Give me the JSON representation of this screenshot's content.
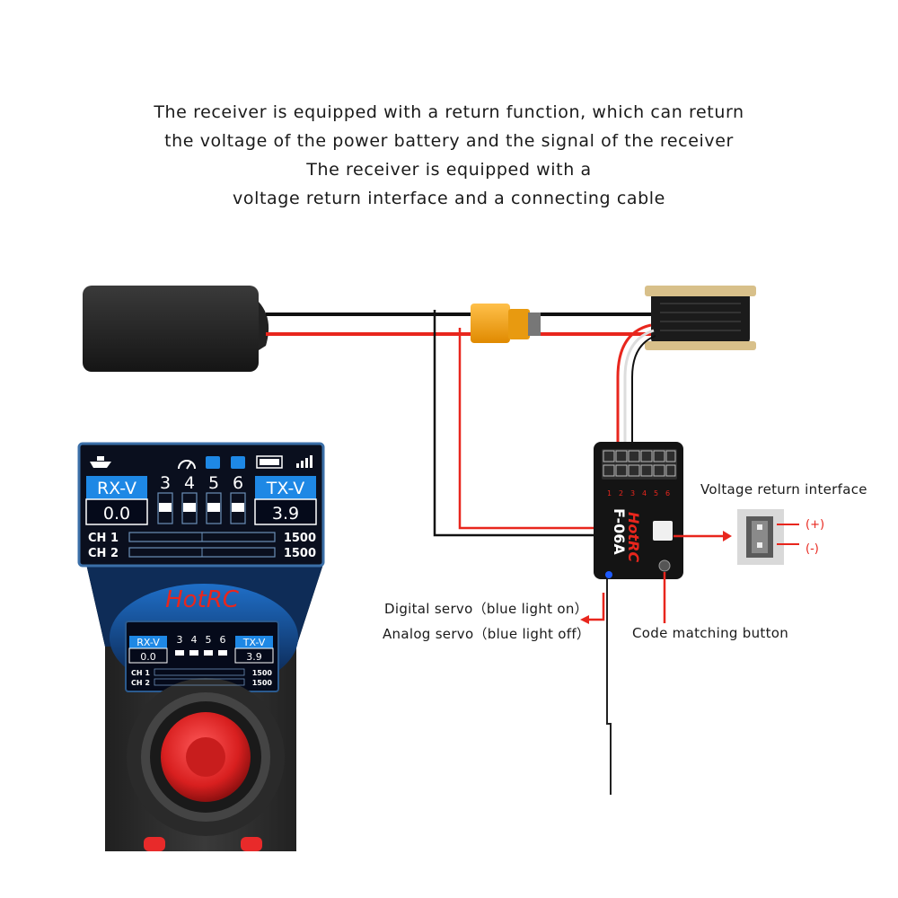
{
  "description": [
    "The receiver is equipped with a return function, which can return",
    "the voltage of the power battery and the signal of the receiver",
    "The receiver is equipped with a",
    "voltage  return interface and a connecting cable"
  ],
  "labels": {
    "voltage_return": "Voltage return interface",
    "plus": "(+)",
    "minus": "(-)",
    "digital_servo": "Digital servo（blue light on）",
    "analog_servo": "Analog servo（blue light off）",
    "code_button": "Code matching button"
  },
  "receiver": {
    "model": "F-06A",
    "brand": "HotRC",
    "channels": [
      "1",
      "2",
      "3",
      "4",
      "5",
      "6"
    ]
  },
  "transmitter": {
    "brand": "HotRC",
    "screen": {
      "rx_label": "RX-V",
      "rx_value": "0.0",
      "tx_label": "TX-V",
      "tx_value": "3.9",
      "channels": [
        "3",
        "4",
        "5",
        "6"
      ],
      "ch1_label": "CH 1",
      "ch1_value": "1500",
      "ch2_label": "CH 2",
      "ch2_value": "1500"
    }
  },
  "colors": {
    "wire_red": "#e8261d",
    "wire_black": "#111111",
    "screen_bg": "#050a1a",
    "screen_accent": "#1e88e5",
    "connector": "#f5a316",
    "knob": "#e82a2a"
  }
}
